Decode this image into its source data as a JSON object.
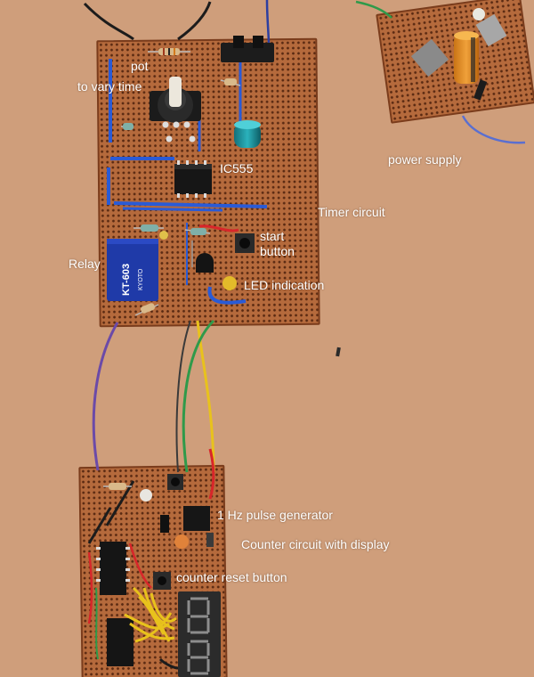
{
  "labels": {
    "pot": "pot",
    "vary_time": "to vary time",
    "ic555": "IC555",
    "power_supply": "power supply",
    "timer_circuit": "Timer circuit",
    "start_button": "start\nbutton",
    "relay": "Relay",
    "led_indication": "LED indication",
    "pulse_generator": "1 Hz pulse generator",
    "counter_circuit": "Counter circuit with  display",
    "counter_reset": "counter reset button"
  },
  "component_markings": {
    "relay_model": "KT-603",
    "relay_brand": "KYOTO"
  },
  "colors": {
    "table_surface": "#cf9e7b",
    "board": "#b56a3c",
    "label_text": "#ffffff",
    "blue_jumper": "#2a5bd6",
    "yellow_wire": "#e8c21c",
    "red_wire": "#d8262a",
    "green_wire": "#2f9a4a"
  }
}
